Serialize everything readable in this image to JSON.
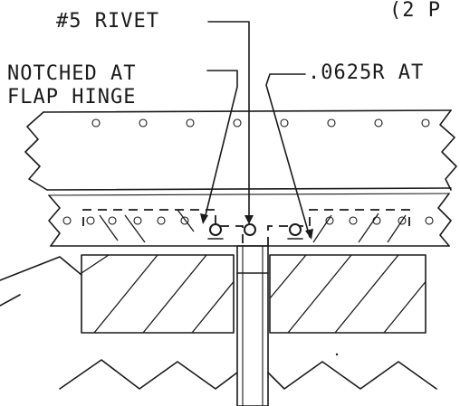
{
  "diagram": {
    "header_fragment": "(2 P",
    "callouts": {
      "rivet": "#5 RIVET",
      "notched_line1": "NOTCHED AT",
      "notched_line2": "FLAP HINGE",
      "radius": ".0625R AT"
    },
    "colors": {
      "ink": "#1a1a1a",
      "paper": "#ffffff"
    }
  }
}
